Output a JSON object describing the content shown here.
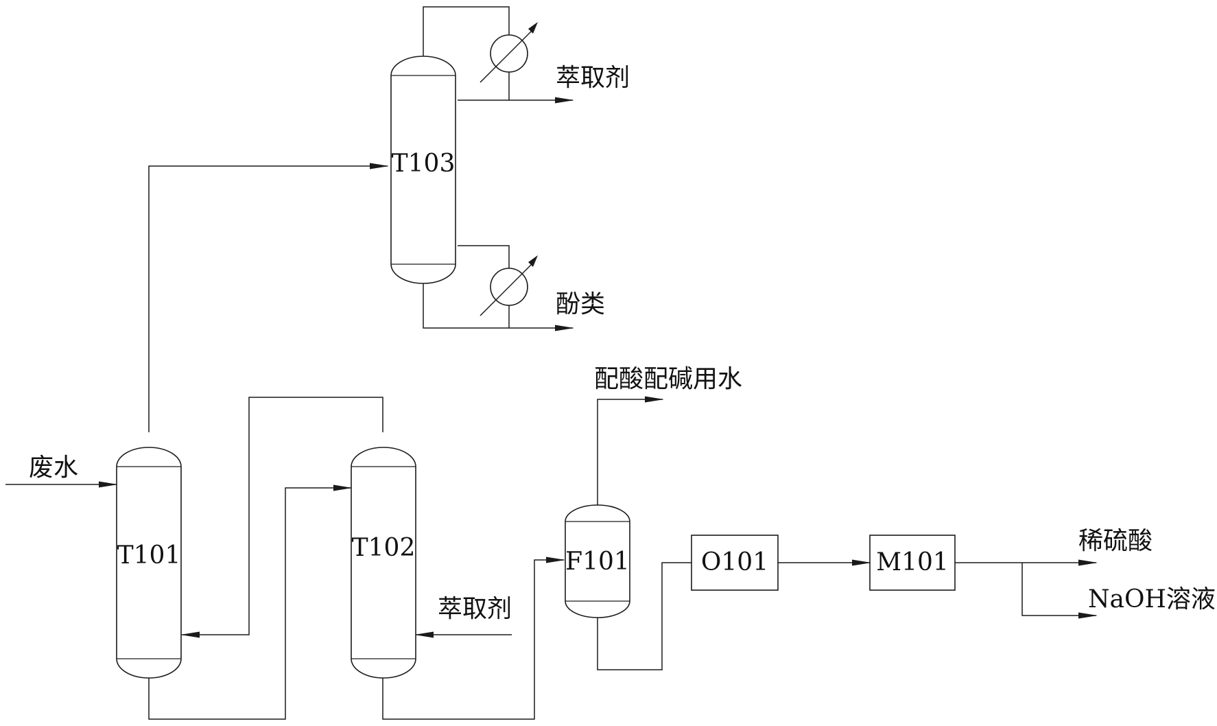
{
  "equipment": {
    "t101": "T101",
    "t102": "T102",
    "t103": "T103",
    "f101": "F101",
    "o101": "O101",
    "m101": "M101"
  },
  "streams": {
    "wastewater": "废水",
    "extractant_feed": "萃取剂",
    "extractant_recovered": "萃取剂",
    "phenols": "酚类",
    "acid_base_water": "配酸配碱用水",
    "dilute_sulfuric_acid": "稀硫酸",
    "naoh_solution": "NaOH溶液"
  }
}
